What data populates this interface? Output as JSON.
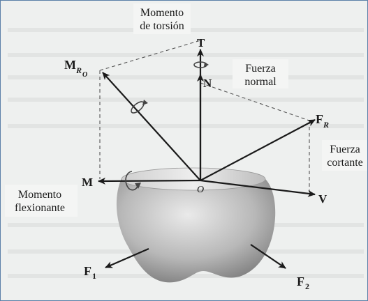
{
  "labels": {
    "momento_torsion_1": "Momento",
    "momento_torsion_2": "de torsión",
    "t": "T",
    "mro_main": "M",
    "mro_sub": "R",
    "mro_subsub": "O",
    "fuerza_normal_1": "Fuerza",
    "fuerza_normal_2": "normal",
    "n": "N",
    "fr_main": "F",
    "fr_sub": "R",
    "fuerza_cortante_1": "Fuerza",
    "fuerza_cortante_2": "cortante",
    "o": "O",
    "m": "M",
    "v": "V",
    "momento_flex_1": "Momento",
    "momento_flex_2": "flexionante",
    "f1_main": "F",
    "f1_sub": "1",
    "f2_main": "F",
    "f2_sub": "2"
  },
  "colors": {
    "ink": "#1a1a1a",
    "body_light": "#dcdcdc",
    "body_dark": "#7e7e7e",
    "frame_border": "#5a7fa8"
  },
  "icons": [
    "rotation-arrow-icon"
  ]
}
